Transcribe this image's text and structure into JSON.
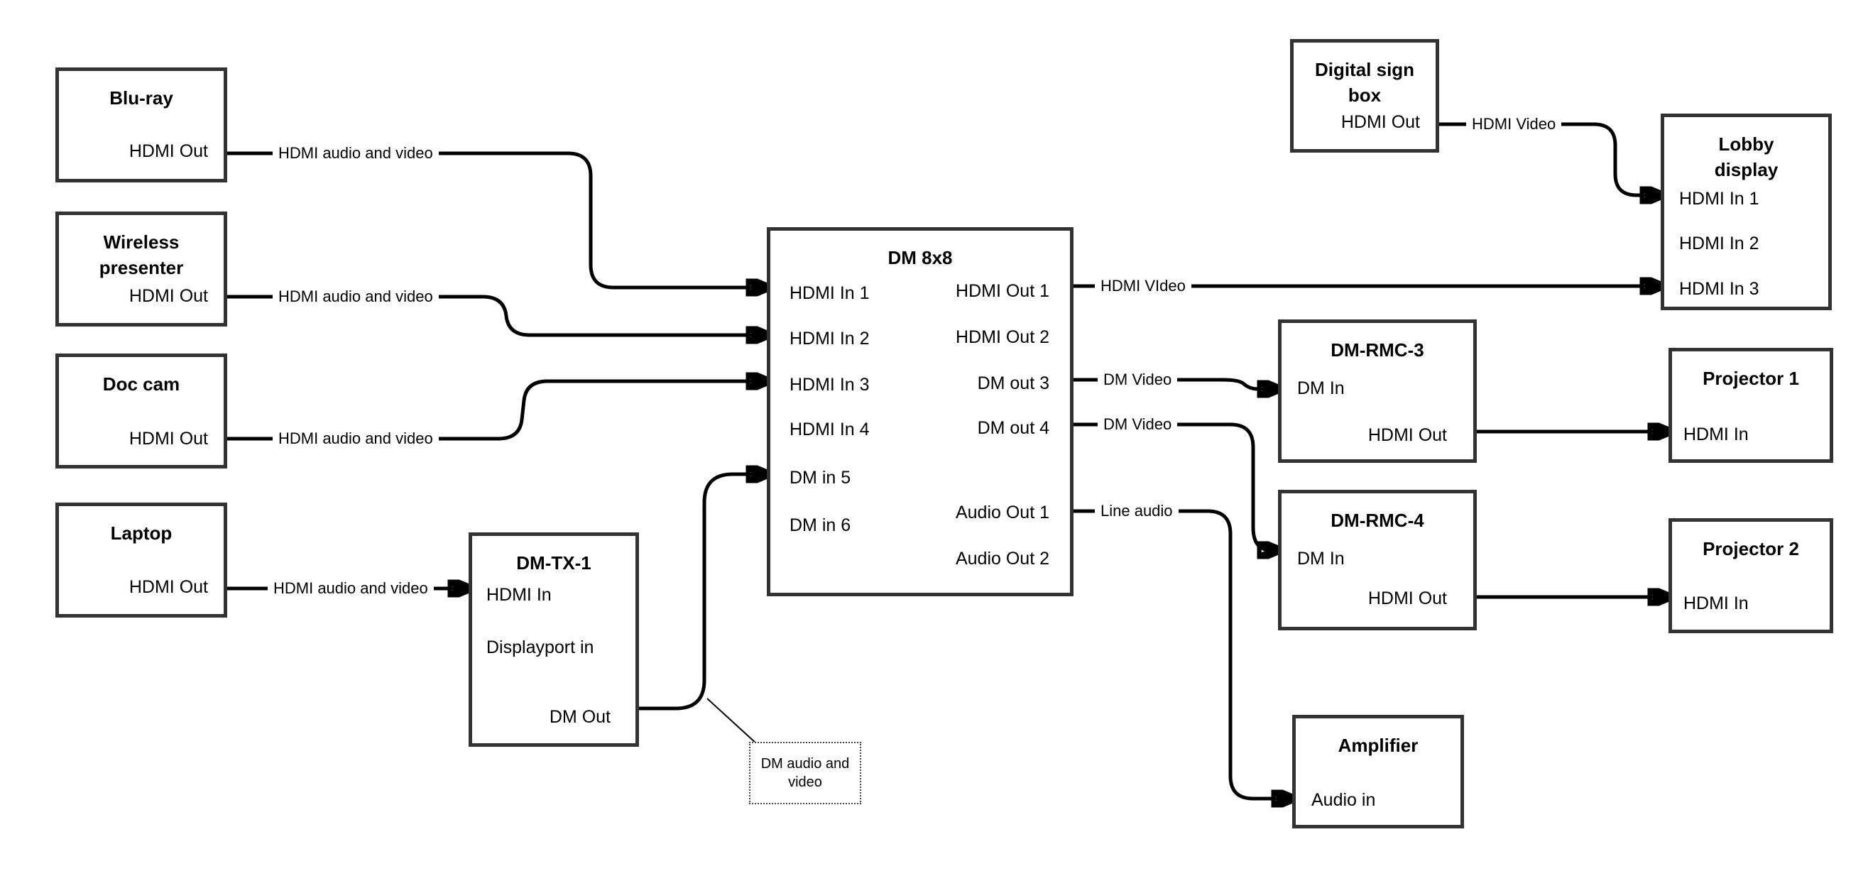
{
  "colors": {
    "background": "#ffffff",
    "box_border": "#333333",
    "wire": "#000000",
    "text": "#000000"
  },
  "nodes": {
    "bluray": {
      "title": "Blu-ray",
      "ports": {
        "hdmi_out": "HDMI Out"
      }
    },
    "wireless": {
      "title": "Wireless presenter",
      "ports": {
        "hdmi_out": "HDMI Out"
      }
    },
    "doccam": {
      "title": "Doc cam",
      "ports": {
        "hdmi_out": "HDMI Out"
      }
    },
    "laptop": {
      "title": "Laptop",
      "ports": {
        "hdmi_out": "HDMI Out"
      }
    },
    "dmtx1": {
      "title": "DM-TX-1",
      "ports": {
        "hdmi_in": "HDMI In",
        "displayport_in": "Displayport in",
        "dm_out": "DM Out"
      }
    },
    "dm8x8": {
      "title": "DM 8x8",
      "ports": {
        "in1": "HDMI In 1",
        "in2": "HDMI In 2",
        "in3": "HDMI In 3",
        "in4": "HDMI In 4",
        "in5": "DM in 5",
        "in6": "DM in 6",
        "out1": "HDMI Out 1",
        "out2": "HDMI Out 2",
        "out3": "DM out 3",
        "out4": "DM out 4",
        "aout1": "Audio Out 1",
        "aout2": "Audio Out 2"
      }
    },
    "digisign": {
      "title": "Digital sign box",
      "ports": {
        "hdmi_out": "HDMI Out"
      }
    },
    "lobby": {
      "title": "Lobby display",
      "ports": {
        "in1": "HDMI In 1",
        "in2": "HDMI In 2",
        "in3": "HDMI In 3"
      }
    },
    "rmc3": {
      "title": "DM-RMC-3",
      "ports": {
        "dm_in": "DM In",
        "hdmi_out": "HDMI Out"
      }
    },
    "proj1": {
      "title": "Projector 1",
      "ports": {
        "hdmi_in": "HDMI In"
      }
    },
    "rmc4": {
      "title": "DM-RMC-4",
      "ports": {
        "dm_in": "DM In",
        "hdmi_out": "HDMI Out"
      }
    },
    "proj2": {
      "title": "Projector 2",
      "ports": {
        "hdmi_in": "HDMI In"
      }
    },
    "amp": {
      "title": "Amplifier",
      "ports": {
        "audio_in": "Audio in"
      }
    }
  },
  "connections": [
    {
      "from": "Blu-ray / HDMI Out",
      "to": "DM 8x8 / HDMI In 1",
      "label": "HDMI audio and video"
    },
    {
      "from": "Wireless presenter / HDMI Out",
      "to": "DM 8x8 / HDMI In 2",
      "label": "HDMI audio and video"
    },
    {
      "from": "Doc cam / HDMI Out",
      "to": "DM 8x8 / HDMI In 3",
      "label": "HDMI audio and video"
    },
    {
      "from": "Laptop / HDMI Out",
      "to": "DM-TX-1 / HDMI In",
      "label": "HDMI audio and video"
    },
    {
      "from": "DM-TX-1 / DM Out",
      "to": "DM 8x8 / DM in 5",
      "label": ""
    },
    {
      "from": "DM 8x8 / HDMI Out 1",
      "to": "Lobby display / HDMI In 3",
      "label": "HDMI VIdeo"
    },
    {
      "from": "Digital sign box / HDMI Out",
      "to": "Lobby display / HDMI In 1",
      "label": "HDMI Video"
    },
    {
      "from": "DM 8x8 / DM out 3",
      "to": "DM-RMC-3 / DM In",
      "label": "DM Video"
    },
    {
      "from": "DM 8x8 / DM out 4",
      "to": "DM-RMC-4 / DM In",
      "label": "DM Video"
    },
    {
      "from": "DM 8x8 / Audio Out 1",
      "to": "Amplifier / Audio in",
      "label": "Line audio"
    },
    {
      "from": "DM-RMC-3 / HDMI Out",
      "to": "Projector 1 / HDMI In",
      "label": ""
    },
    {
      "from": "DM-RMC-4 / HDMI Out",
      "to": "Projector 2 / HDMI In",
      "label": ""
    }
  ],
  "annotation": {
    "text": "DM audio and video"
  }
}
